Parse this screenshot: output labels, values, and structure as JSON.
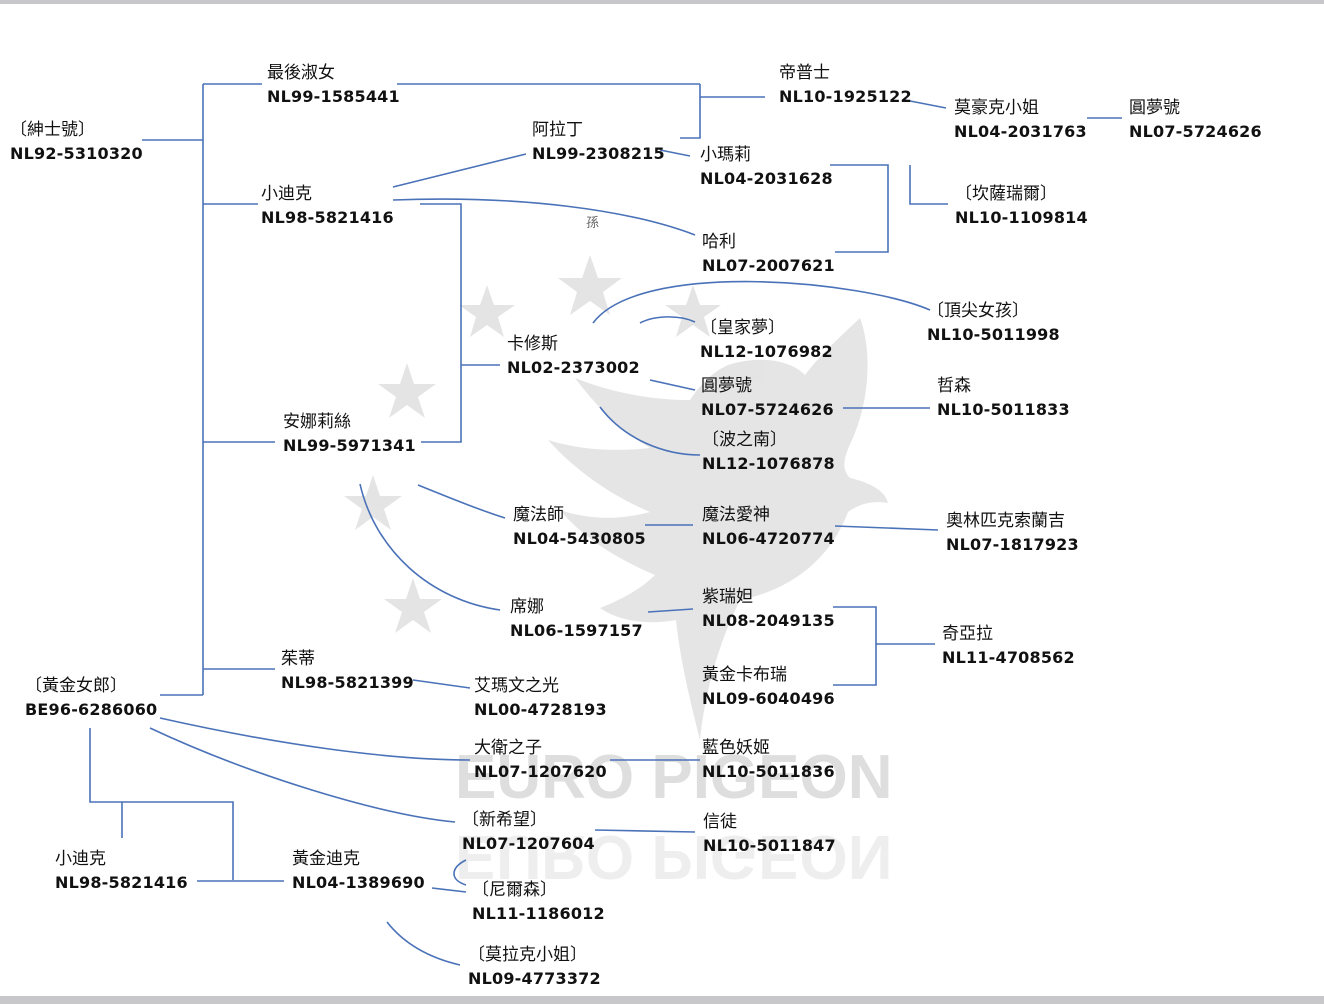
{
  "colors": {
    "line": "#4a72b8",
    "watermark": "#d9d9d9"
  },
  "watermark": {
    "line1": "EURO PIGEON",
    "line2": "EURO PIGEON"
  },
  "annotation": "孫",
  "nodes": {
    "gentleman": {
      "name": "〔紳士號〕",
      "ring": "NL92-5310320"
    },
    "last_lady": {
      "name": "最後淑女",
      "ring": "NL99-1585441"
    },
    "little_dick_1": {
      "name": "小迪克",
      "ring": "NL98-5821416"
    },
    "annalise": {
      "name": "安娜莉絲",
      "ring": "NL99-5971341"
    },
    "tianti": {
      "name": "茱蒂",
      "ring": "NL98-5821399"
    },
    "golden_lady": {
      "name": "〔黃金女郎〕",
      "ring": "BE96-6286060"
    },
    "aladdin": {
      "name": "阿拉丁",
      "ring": "NL99-2308215"
    },
    "tipsy": {
      "name": "帝普士",
      "ring": "NL10-1925122"
    },
    "miss_mohawk": {
      "name": "莫豪克小姐",
      "ring": "NL04-2031763"
    },
    "dream_1": {
      "name": "圓夢號",
      "ring": "NL07-5724626"
    },
    "little_mary": {
      "name": "小瑪莉",
      "ring": "NL04-2031628"
    },
    "kansarel": {
      "name": "〔坎薩瑞爾〕",
      "ring": "NL10-1109814"
    },
    "harry": {
      "name": "哈利",
      "ring": "NL07-2007621"
    },
    "kasius": {
      "name": "卡修斯",
      "ring": "NL02-2373002"
    },
    "top_girl": {
      "name": "〔頂尖女孩〕",
      "ring": "NL10-5011998"
    },
    "royal_dream": {
      "name": "〔皇家夢〕",
      "ring": "NL12-1076982"
    },
    "dream_2": {
      "name": "圓夢號",
      "ring": "NL07-5724626"
    },
    "zhesen": {
      "name": "哲森",
      "ring": "NL10-5011833"
    },
    "bozhinan": {
      "name": "〔波之南〕",
      "ring": "NL12-1076878"
    },
    "magician": {
      "name": "魔法師",
      "ring": "NL04-5430805"
    },
    "magic_cupid": {
      "name": "魔法愛神",
      "ring": "NL06-4720774"
    },
    "olympic": {
      "name": "奧林匹克索蘭吉",
      "ring": "NL07-1817923"
    },
    "sina": {
      "name": "席娜",
      "ring": "NL06-1597157"
    },
    "zirui": {
      "name": "紫瑞妲",
      "ring": "NL08-2049135"
    },
    "golden_kabru": {
      "name": "黃金卡布瑞",
      "ring": "NL09-6040496"
    },
    "chiara": {
      "name": "奇亞拉",
      "ring": "NL11-4708562"
    },
    "aimawen": {
      "name": "艾瑪文之光",
      "ring": "NL00-4728193"
    },
    "son_of_david": {
      "name": "大衛之子",
      "ring": "NL07-1207620"
    },
    "blue_fairy": {
      "name": "藍色妖姬",
      "ring": "NL10-5011836"
    },
    "new_hope": {
      "name": "〔新希望〕",
      "ring": "NL07-1207604"
    },
    "believer": {
      "name": "信徒",
      "ring": "NL10-5011847"
    },
    "little_dick_2": {
      "name": "小迪克",
      "ring": "NL98-5821416"
    },
    "golden_dick": {
      "name": "黃金迪克",
      "ring": "NL04-1389690"
    },
    "nielsen": {
      "name": "〔尼爾森〕",
      "ring": "NL11-1186012"
    },
    "miss_molak": {
      "name": "〔莫拉克小姐〕",
      "ring": "NL09-4773372"
    }
  }
}
